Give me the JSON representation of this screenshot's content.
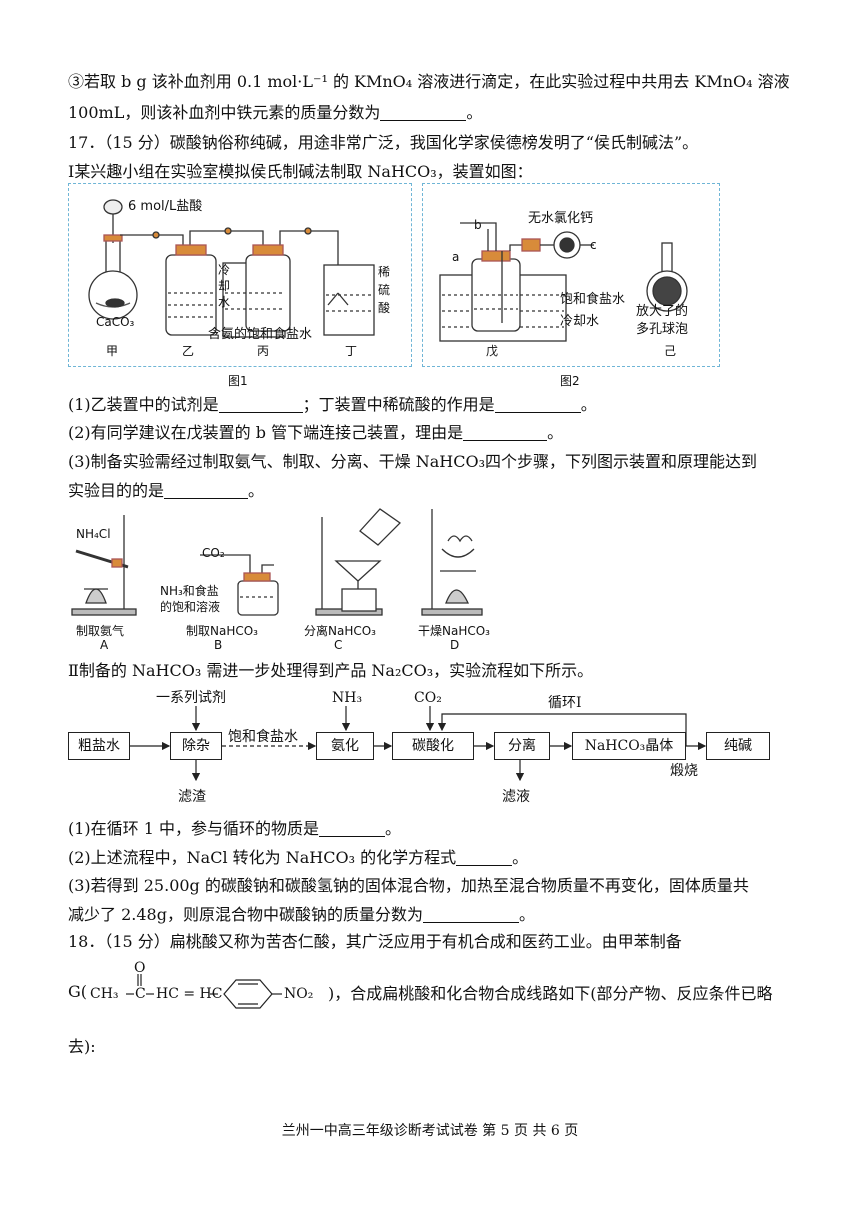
{
  "q16": {
    "line1": "③若取 b g 该补血剂用 0.1 mol·L⁻¹ 的 KMnO₄ 溶液进行滴定，在此实验过程中共用去 KMnO₄ 溶液",
    "line2": "100mL，则该补血剂中铁元素的质量分数为",
    "line2_end": "。"
  },
  "q17": {
    "intro": "17．（15 分）碳酸钠俗称纯碱，用途非常广泛，我国化学家侯德榜发明了“侯氏制碱法”。",
    "part1_intro": "Ⅰ某兴趣小组在实验室模拟侯氏制碱法制取 NaHCO₃，装置如图：",
    "fig1": {
      "acid": "6 mol/L盐酸",
      "caco3": "CaCO₃",
      "cool": [
        "冷",
        "却",
        "水"
      ],
      "dilute": [
        "稀",
        "硫",
        "酸"
      ],
      "brine": "含氨的饱和食盐水",
      "names": [
        "甲",
        "乙",
        "丙",
        "丁"
      ],
      "caption": "图1"
    },
    "fig2": {
      "b": "b",
      "a": "a",
      "c": "c",
      "cacl2": "无水氯化钙",
      "sat": "饱和食盐水",
      "cold": "冷却水",
      "bubble1": "放大了的",
      "bubble2": "多孔球泡",
      "names": [
        "戊",
        "己"
      ],
      "caption": "图2"
    },
    "q1a": "(1)乙装置中的试剂是",
    "q1b": "；丁装置中稀硫酸的作用是",
    "q1c": "。",
    "q2a": "(2)有同学建议在戊装置的 b 管下端连接己装置，理由是",
    "q2b": "。",
    "q3a": "(3)制备实验需经过制取氨气、制取、分离、干燥 NaHCO₃四个步骤，下列图示装置和原理能达到",
    "q3b": "实验目的的是",
    "q3c": "。",
    "apparatus": {
      "nh4cl": "NH₄Cl",
      "co2": "CO₂",
      "nh3_salt1": "NH₃和食盐",
      "nh3_salt2": "的饱和溶液",
      "labels": [
        "制取氨气",
        "制取NaHCO₃",
        "分离NaHCO₃",
        "干燥NaHCO₃"
      ],
      "letters": [
        "A",
        "B",
        "C",
        "D"
      ]
    },
    "part2_intro": "Ⅱ制备的 NaHCO₃ 需进一步处理得到产品 Na₂CO₃，实验流程如下所示。",
    "flow": {
      "boxes": [
        "粗盐水",
        "除杂",
        "氨化",
        "碳酸化",
        "分离",
        "NaHCO₃晶体",
        "纯碱"
      ],
      "reagents": "一系列试剂",
      "nh3": "NH₃",
      "co2": "CO₂",
      "cycle": "循环I",
      "brine": "饱和食盐水",
      "calcine": "煅烧",
      "residue": "滤渣",
      "filtrate": "滤液"
    },
    "p2q1a": "(1)在循环 1 中，参与循环的物质是",
    "p2q1b": "。",
    "p2q2a": "(2)上述流程中，NaCl 转化为 NaHCO₃ 的化学方程式",
    "p2q2b": "。",
    "p2q3a": "(3)若得到 25.00g 的碳酸钠和碳酸氢钠的固体混合物，加热至混合物质量不再变化，固体质量共",
    "p2q3b": "减少了 2.48g，则原混合物中碳酸钠的质量分数为",
    "p2q3c": "。"
  },
  "q18": {
    "line1": "18．（15 分）扁桃酸又称为苦杏仁酸，其广泛应用于有机合成和医药工业。由甲苯制备",
    "g_prefix": "G(",
    "ch3": "CH₃",
    "o": "O",
    "c": "C",
    "hc": "HC = HC",
    "no2": "NO₂",
    "g_suffix": ")，合成扁桃酸和化合物合成线路如下(部分产物、反应条件已略",
    "line3": "去):"
  },
  "footer": "兰州一中高三年级诊断考试试卷 第 5 页 共 6 页"
}
